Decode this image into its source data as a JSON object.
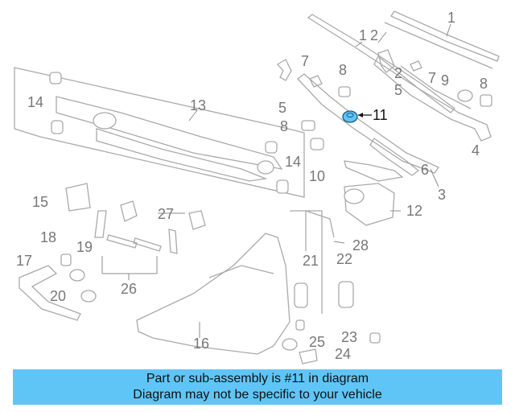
{
  "diagram": {
    "callouts": [
      "1",
      "1",
      "2",
      "2",
      "3",
      "4",
      "5",
      "5",
      "6",
      "7",
      "7",
      "8",
      "8",
      "8",
      "9",
      "10",
      "11",
      "12",
      "13",
      "14",
      "14",
      "15",
      "16",
      "17",
      "18",
      "19",
      "20",
      "21",
      "22",
      "23",
      "24",
      "25",
      "26",
      "27",
      "28"
    ],
    "highlighted_callout": "11",
    "highlight_color": "#5fc5f7"
  },
  "banner": {
    "line1": "Part or sub-assembly is #11 in diagram",
    "line2": "Diagram may not be specific to your vehicle",
    "background": "#5fc5f7"
  }
}
